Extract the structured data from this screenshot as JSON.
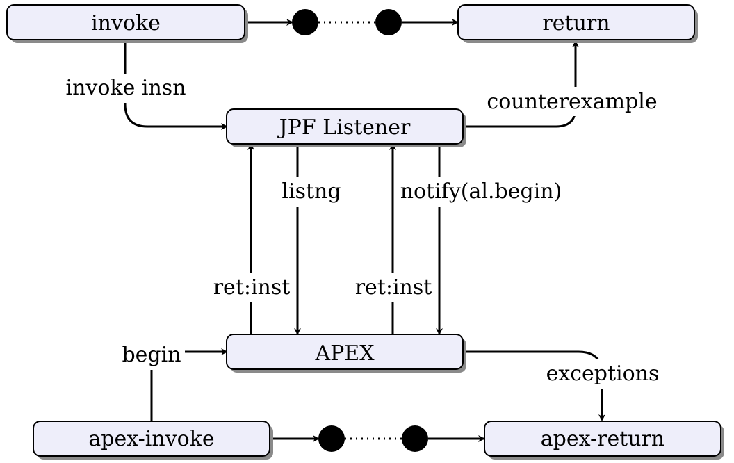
{
  "colors": {
    "node_fill": "#eeeefa",
    "stroke": "#000000",
    "shadow": "#8a8a8a",
    "background": "#ffffff"
  },
  "nodes": {
    "invoke": "invoke",
    "return": "return",
    "jpf_listener": "JPF Listener",
    "apex": "APEX",
    "apex_invoke": "apex-invoke",
    "apex_return": "apex-return"
  },
  "edge_labels": {
    "invoke_insn": "invoke insn",
    "counterexample": "counterexample",
    "listng": "listng",
    "notify": "notify(al.begin)",
    "ret_inst_left": "ret:inst",
    "ret_inst_right": "ret:inst",
    "begin": "begin",
    "exceptions": "exceptions"
  }
}
